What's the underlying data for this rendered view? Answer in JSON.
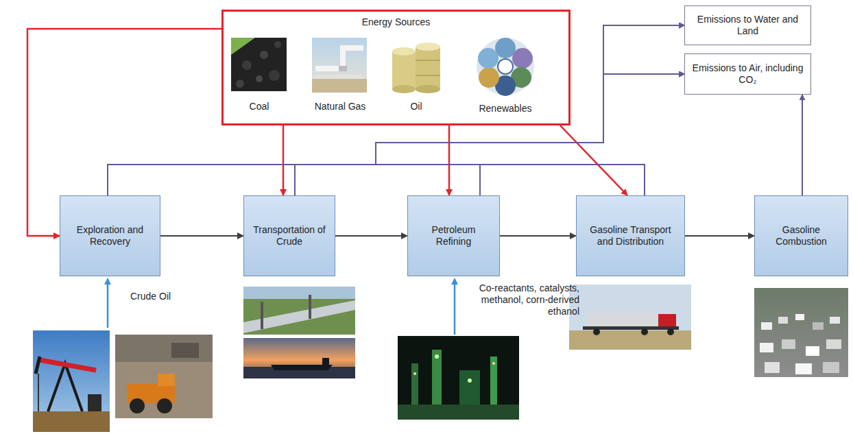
{
  "diagram": {
    "nodes": [
      {
        "text": [
          "Energy Sources"
        ]
      },
      {
        "text": [
          "Exploration and Recovery"
        ]
      },
      {
        "text": [
          "Transportation of Crude"
        ]
      },
      {
        "text": [
          "Petroleum Refining"
        ]
      },
      {
        "text": [
          "Gasoline Transport and Distribution"
        ]
      },
      {
        "text": [
          "Gasoline Combustion"
        ]
      },
      {
        "text": [
          "Emissions to Water and Land"
        ]
      },
      {
        "text": [
          "Emissions to Air, including CO₂"
        ]
      }
    ],
    "edges": [
      {
        "from": 0,
        "to": 1,
        "arrow": "to"
      },
      {
        "from": 0,
        "to": 2,
        "arrow": "to"
      },
      {
        "from": 0,
        "to": 3,
        "arrow": "to"
      },
      {
        "from": 0,
        "to": 4,
        "arrow": "to"
      },
      {
        "from": 1,
        "to": 2,
        "arrow": "to"
      },
      {
        "from": 2,
        "to": 3,
        "arrow": "to"
      },
      {
        "from": 3,
        "to": 4,
        "arrow": "to"
      },
      {
        "from": 4,
        "to": 5,
        "arrow": "to"
      },
      {
        "from": 1,
        "to": 6,
        "arrow": "to"
      },
      {
        "from": 1,
        "to": 7,
        "arrow": "to"
      },
      {
        "from": 2,
        "to": 6,
        "arrow": "to"
      },
      {
        "from": 2,
        "to": 7,
        "arrow": "to"
      },
      {
        "from": 3,
        "to": 6,
        "arrow": "to"
      },
      {
        "from": 3,
        "to": 7,
        "arrow": "to"
      },
      {
        "from": 4,
        "to": 6,
        "arrow": "to"
      },
      {
        "from": 4,
        "to": 7,
        "arrow": "to"
      },
      {
        "from": 5,
        "to": 7,
        "arrow": "to"
      }
    ],
    "labels": [
      "Coal",
      "Natural Gas",
      "Oil",
      "Renewables",
      "Crude Oil",
      "Co-reactants, catalysts, methanol, corn-derived ethanol"
    ]
  }
}
